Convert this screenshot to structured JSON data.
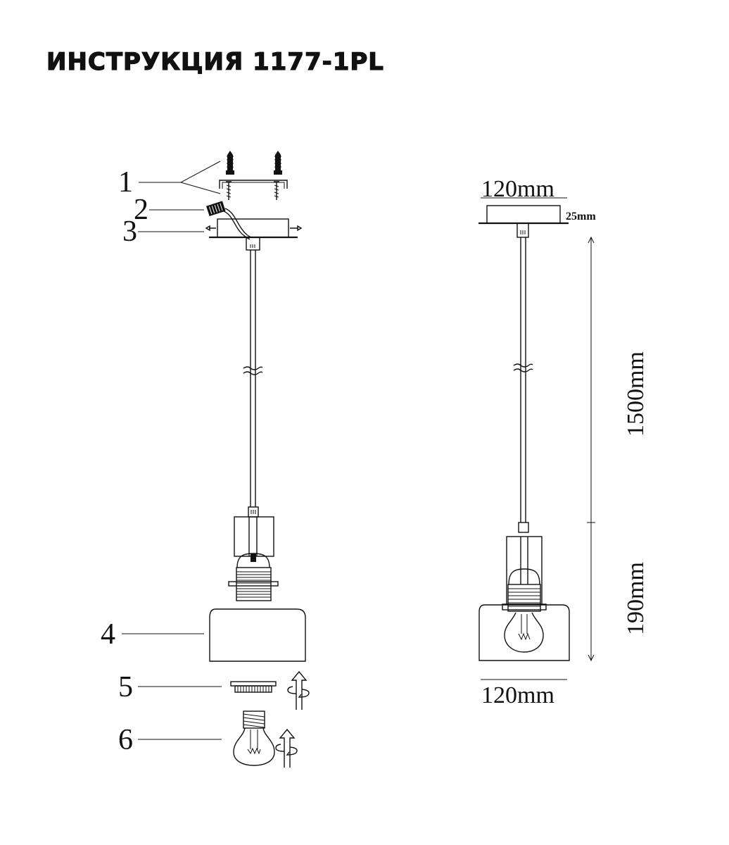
{
  "title": "ИНСТРУКЦИЯ 1177-1PL",
  "callouts": [
    "1",
    "2",
    "3",
    "4",
    "5",
    "6"
  ],
  "dimensions": {
    "canopy_width": "120mm",
    "canopy_height": "25mm",
    "cord_length": "1500mm",
    "shade_height": "190mm",
    "shade_width": "120mm"
  },
  "icons": [
    "screw-anchor-icon",
    "mounting-bracket-icon",
    "connector-icon",
    "rotate-arrow-icon",
    "light-bulb-icon"
  ]
}
